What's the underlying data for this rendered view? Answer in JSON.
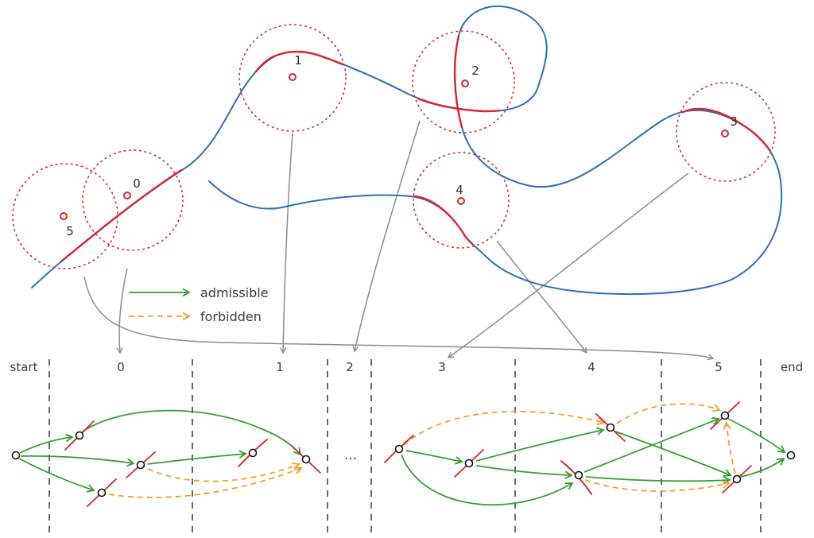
{
  "figure": {
    "type": "trajectory-waypoint-graph-diagram",
    "colors": {
      "trajectory": "#2a6fbe",
      "waypoint": "#d9232e",
      "admissible": "#33a02c",
      "forbidden": "#f59f1e",
      "mapping": "#8c8c8c",
      "text": "#3a3a3a"
    },
    "map": {
      "waypoints": [
        {
          "label": "0"
        },
        {
          "label": "1"
        },
        {
          "label": "2"
        },
        {
          "label": "3"
        },
        {
          "label": "4"
        },
        {
          "label": "5"
        }
      ]
    },
    "legend": {
      "admissible": "admissible",
      "forbidden": "forbidden"
    },
    "graph": {
      "columns": [
        "start",
        "0",
        "1",
        "2",
        "3",
        "4",
        "5",
        "end"
      ],
      "ellipsis": "..."
    }
  }
}
